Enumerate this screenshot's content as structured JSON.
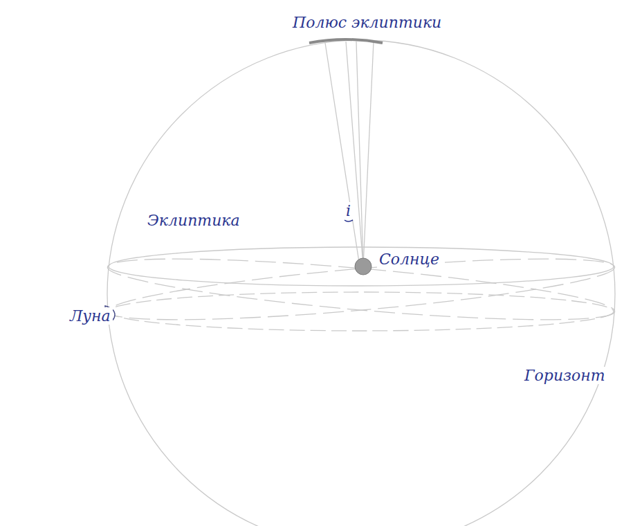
{
  "diagram": {
    "labels": [
      "Полюс эклиптики",
      "i",
      "Эклиптика",
      "Солнце",
      "Луна",
      "Горизонт"
    ]
  }
}
